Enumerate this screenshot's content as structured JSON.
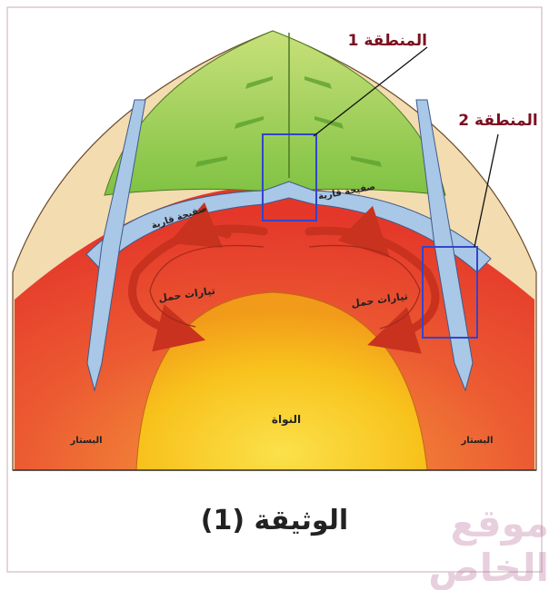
{
  "labels": {
    "zone1": "المنطقة 1",
    "zone2": "المنطقة 2",
    "crust_left": "صفيحة قارية",
    "crust_right": "صفيحة قارية",
    "current_left": "تيارات حمل",
    "current_right": "تيارات حمل",
    "core": "النواة",
    "mantle_left": "البستار",
    "mantle_right": "البستار"
  },
  "caption": "الوثيقة (1)",
  "watermark": "موقع الخاص",
  "colors": {
    "ocean_green": "#8cc63f",
    "mantle_red": "#e8432b",
    "core_yellow": "#f7c91c",
    "plate_blue": "#a9c7e6",
    "continent_tan": "#f3dcb0",
    "arrow_red": "#c8321e",
    "box_blue": "#3344cc",
    "label_maroon": "#7a1020"
  }
}
